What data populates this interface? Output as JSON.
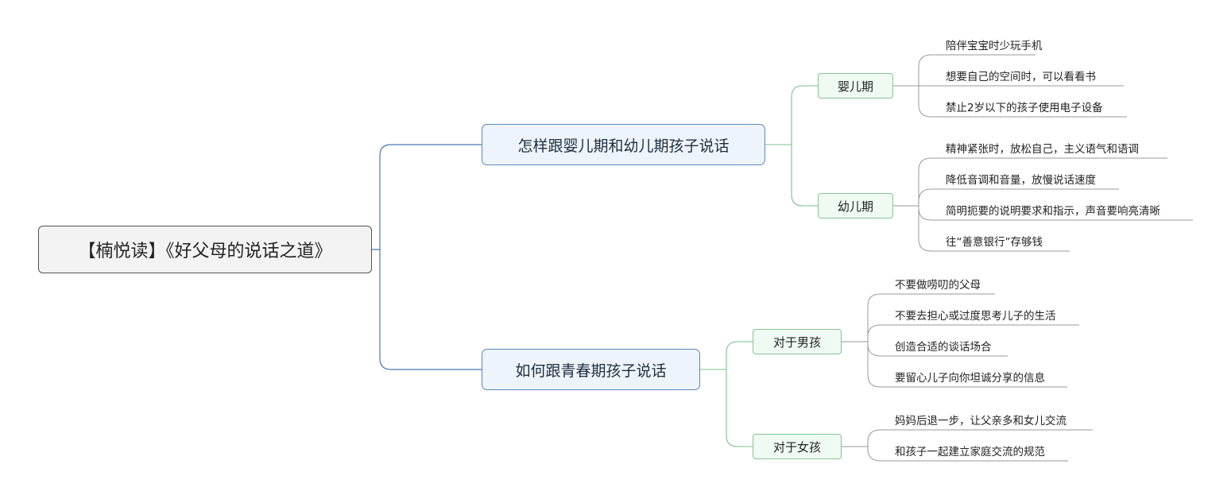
{
  "root": {
    "label": "【楠悦读】《好父母的说话之道》"
  },
  "branches": [
    {
      "label": "怎样跟婴儿期和幼儿期孩子说话",
      "children": [
        {
          "label": "婴儿期",
          "items": [
            "陪伴宝宝时少玩手机",
            "想要自己的空间时，可以看看书",
            "禁止2岁以下的孩子使用电子设备"
          ]
        },
        {
          "label": "幼儿期",
          "items": [
            "精神紧张时，放松自己，主义语气和语调",
            "降低音调和音量，放慢说话速度",
            "简明扼要的说明要求和指示，声音要响亮清晰",
            "往“善意银行”存够钱"
          ]
        }
      ]
    },
    {
      "label": "如何跟青春期孩子说话",
      "children": [
        {
          "label": "对于男孩",
          "items": [
            "不要做唠叨的父母",
            "不要去担心或过度思考儿子的生活",
            "创造合适的谈话场合",
            "要留心儿子向你坦诚分享的信息"
          ]
        },
        {
          "label": "对于女孩",
          "items": [
            "妈妈后退一步，让父亲多和女儿交流",
            "和孩子一起建立家庭交流的规范"
          ]
        }
      ]
    }
  ],
  "colors": {
    "branch_line": "#4a78b0",
    "sub_line": "#7cbf8e",
    "leaf_line": "#9a9a9a"
  }
}
